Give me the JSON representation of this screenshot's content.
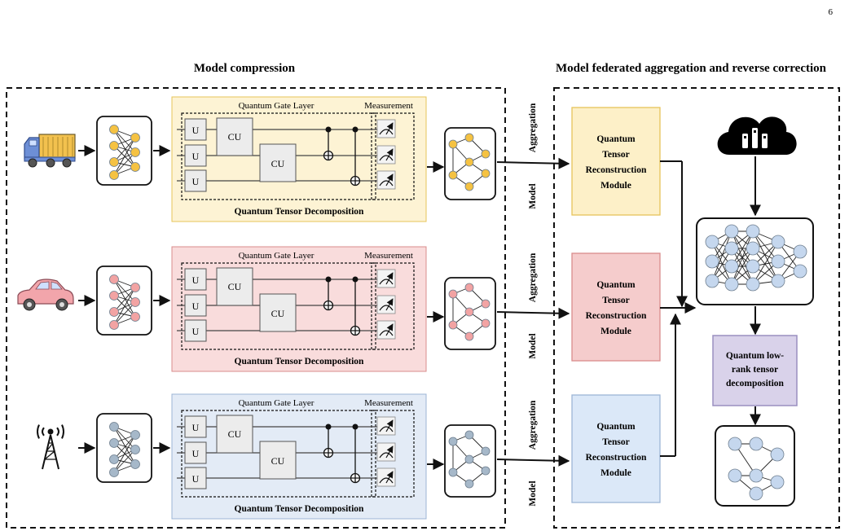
{
  "page_number": "6",
  "sections": {
    "left_title": "Model compression",
    "right_title": "Model federated aggregation and reverse correction"
  },
  "gate_labels": {
    "u": "U",
    "cu": "CU"
  },
  "rows": [
    {
      "name": "truck",
      "gate_layer_label": "Quantum Gate Layer",
      "measurement_label": "Measurement",
      "decomposition_label": "Quantum Tensor Decomposition",
      "color": "#f5c242",
      "panel_color": "#fdf3d4",
      "module_lines": [
        "Quantum",
        "Tensor",
        "Reconstruction",
        "Module"
      ],
      "module_fill": "#fdf0c8",
      "module_border": "#e6c45a"
    },
    {
      "name": "car",
      "gate_layer_label": "Quantum Gate Layer",
      "measurement_label": "Measurement",
      "decomposition_label": "Quantum Tensor Decomposition",
      "color": "#f2a3a3",
      "panel_color": "#f9dcdc",
      "module_lines": [
        "Quantum",
        "Tensor",
        "Reconstruction",
        "Module"
      ],
      "module_fill": "#f5cccc",
      "module_border": "#d98c8c"
    },
    {
      "name": "tower",
      "gate_layer_label": "Quantum Gate Layer",
      "measurement_label": "Measurement",
      "decomposition_label": "Quantum Tensor Decomposition",
      "color": "#a6b8c9",
      "panel_color": "#e3ebf6",
      "module_lines": [
        "Quantum",
        "Tensor",
        "Reconstruction",
        "Module"
      ],
      "module_fill": "#dbe8f8",
      "module_border": "#9db5d6"
    }
  ],
  "aggregation_labels": [
    {
      "top": "Aggregation",
      "bottom": "Model"
    },
    {
      "top": "Aggregation",
      "bottom": "Model"
    },
    {
      "top": "Aggregation",
      "bottom": "Model"
    }
  ],
  "global_model": {
    "node_color": "#c5d7ee",
    "lowrank_lines": [
      "Quantum low-",
      "rank tensor",
      "decomposition"
    ],
    "lowrank_fill": "#d9d2ea",
    "lowrank_border": "#9a8fc0"
  },
  "icons": [
    "truck-icon",
    "car-icon",
    "signal-tower-icon",
    "cloud-server-icon"
  ]
}
